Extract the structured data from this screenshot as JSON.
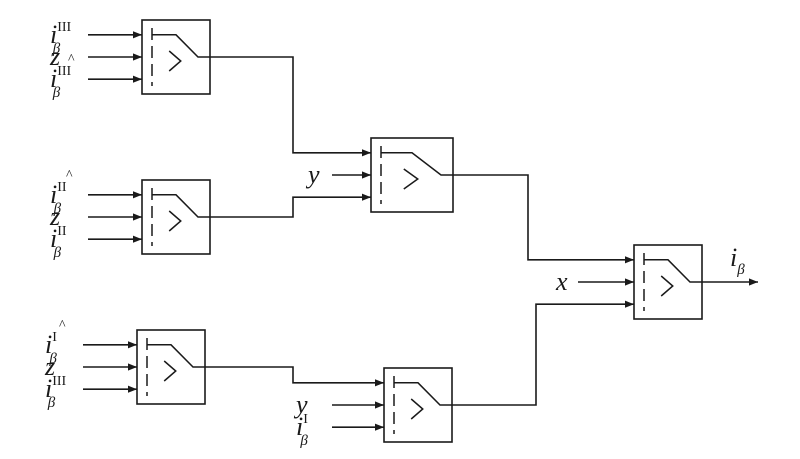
{
  "diagram": {
    "switches": [
      {
        "id": "sw1",
        "inputs": [
          {
            "base": "i",
            "sub": "β",
            "sup": "III",
            "hat": false
          },
          {
            "base": "z",
            "sub": "",
            "sup": "",
            "hat": false
          },
          {
            "base": "i",
            "sub": "β",
            "sup": "III",
            "hat": true
          }
        ]
      },
      {
        "id": "sw2",
        "inputs": [
          {
            "base": "i",
            "sub": "β",
            "sup": "II",
            "hat": true
          },
          {
            "base": "z",
            "sub": "",
            "sup": "",
            "hat": false
          },
          {
            "base": "i",
            "sub": "β",
            "sup": "II",
            "hat": false
          }
        ]
      },
      {
        "id": "sw3",
        "inputs": [
          {
            "base": "i",
            "sub": "β",
            "sup": "I",
            "hat": true
          },
          {
            "base": "z",
            "sub": "",
            "sup": "",
            "hat": false
          },
          {
            "base": "i",
            "sub": "β",
            "sup": "III",
            "hat": false
          }
        ]
      },
      {
        "id": "sw4",
        "inputs": [
          {
            "base": "",
            "sub": "",
            "sup": "",
            "hat": false
          },
          {
            "base": "y",
            "sub": "",
            "sup": "",
            "hat": false
          },
          {
            "base": "",
            "sub": "",
            "sup": "",
            "hat": false
          }
        ]
      },
      {
        "id": "sw5",
        "inputs": [
          {
            "base": "",
            "sub": "",
            "sup": "",
            "hat": false
          },
          {
            "base": "y",
            "sub": "",
            "sup": "",
            "hat": false
          },
          {
            "base": "i",
            "sub": "β",
            "sup": "I",
            "hat": false
          }
        ]
      },
      {
        "id": "sw6",
        "inputs": [
          {
            "base": "",
            "sub": "",
            "sup": "",
            "hat": false
          },
          {
            "base": "x",
            "sub": "",
            "sup": "",
            "hat": false
          },
          {
            "base": "",
            "sub": "",
            "sup": "",
            "hat": false
          }
        ]
      }
    ],
    "output": {
      "base": "i",
      "sub": "β",
      "sup": "",
      "hat": false
    }
  }
}
